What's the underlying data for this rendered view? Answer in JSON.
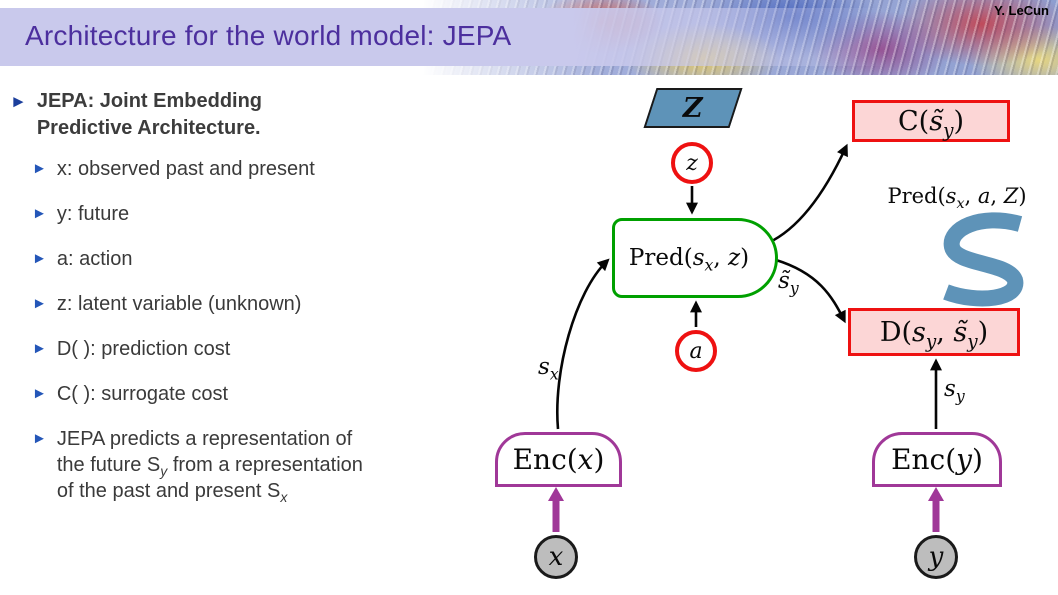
{
  "header": {
    "title": "Architecture for the world model: JEPA",
    "author": "Y. LeCun"
  },
  "icons": {
    "bullet_marker": "►"
  },
  "bullets": {
    "main": {
      "line1": "JEPA: Joint Embedding",
      "line2": "Predictive Architecture."
    },
    "items": [
      "x: observed past and present",
      "y: future",
      "a: action",
      "z: latent variable (unknown)",
      "D( ): prediction cost",
      "C( ): surrogate cost"
    ],
    "last": {
      "t1": "JEPA predicts a representation of the future S",
      "sub1": "y",
      "t2": " from a representation of the past and present S",
      "sub2": "x"
    }
  },
  "diagram": {
    "latent_set": "Z",
    "z": "z",
    "a": "a",
    "x": "x",
    "y": "y",
    "s_symbol": "S",
    "pred": {
      "fn": "Pred(",
      "v1": "s",
      "s1": "x",
      "sep": ", ",
      "v2": "z",
      "close": ")"
    },
    "c_cost": {
      "fn": "C(",
      "v": "s̃",
      "s": "y",
      "close": ")"
    },
    "d_cost": {
      "fn": "D(",
      "v1": "s",
      "s1": "y",
      "sep": ", ",
      "v2": "s̃",
      "s2": "y",
      "close": ")"
    },
    "formula": {
      "fn": "Pred(",
      "v1": "s",
      "s1": "x",
      "sep1": ", ",
      "v2": "a",
      "sep2": ", ",
      "v3": "Z",
      "close": ")"
    },
    "enc_x": {
      "fn": "Enc(",
      "v": "x",
      "close": ")"
    },
    "enc_y": {
      "fn": "Enc(",
      "v": "y",
      "close": ")"
    },
    "edge_sx": {
      "v": "s",
      "s": "x"
    },
    "edge_sy": {
      "v": "s",
      "s": "y"
    },
    "edge_sty": {
      "v": "s̃",
      "s": "y"
    }
  },
  "colors": {
    "title_purple": "#4c2f9e",
    "band_lavender": "#c9c9ec",
    "bullet_blue": "#2456b8",
    "node_red": "#ee1111",
    "cost_pink": "#fcd6d6",
    "predictor_green": "#00a000",
    "encoder_purple": "#a03898",
    "latent_steelblue": "#5e93b8",
    "node_gray": "#bdbdbd"
  }
}
